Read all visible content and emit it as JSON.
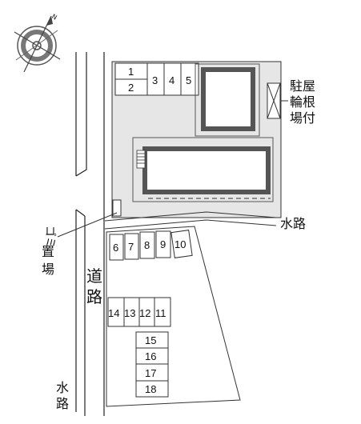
{
  "compass": {
    "north_label": "N"
  },
  "labels": {
    "parking_roof_1": "駐屋",
    "parking_roof_2": "輪根",
    "parking_roof_3": "場付",
    "waterway_right": "水路",
    "garbage_1": "ゴミ",
    "garbage_2": "置",
    "garbage_3": "場",
    "road_1": "道",
    "road_2": "路",
    "waterway_bottom_1": "水",
    "waterway_bottom_2": "路"
  },
  "parking": {
    "top_lot": [
      "1",
      "2",
      "3",
      "4",
      "5"
    ],
    "middle_row": [
      "6",
      "7",
      "8",
      "9",
      "10"
    ],
    "lower_row": [
      "14",
      "13",
      "12",
      "11"
    ],
    "bottom_column": [
      "15",
      "16",
      "17",
      "18"
    ]
  }
}
